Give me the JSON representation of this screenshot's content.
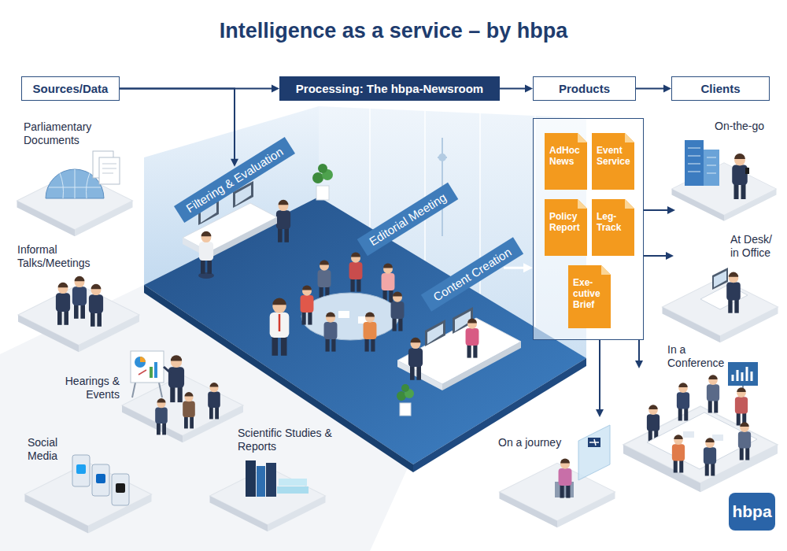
{
  "diagram": {
    "title": "Intelligence as a service – by hbpa",
    "nodes": [
      {
        "text": [
          "Sources/Data"
        ]
      },
      {
        "text": [
          "Processing: The hbpa-Newsroom"
        ]
      },
      {
        "text": [
          "Products"
        ]
      },
      {
        "text": [
          "Clients"
        ]
      },
      {
        "text": [
          "Parliamentary Documents"
        ]
      },
      {
        "text": [
          "Informal Talks/Meetings"
        ]
      },
      {
        "text": [
          "Hearings & Events"
        ]
      },
      {
        "text": [
          "Social Media"
        ]
      },
      {
        "text": [
          "Scientific Studies & Reports"
        ]
      },
      {
        "text": [
          "Filtering & Evaluation"
        ]
      },
      {
        "text": [
          "Editorial Meeting"
        ]
      },
      {
        "text": [
          "Content Creation"
        ]
      },
      {
        "text": []
      },
      {
        "text": [
          "AdHoc News"
        ],
        "in": 12
      },
      {
        "text": [
          "Event Service"
        ],
        "in": 12
      },
      {
        "text": [
          "Policy Report"
        ],
        "in": 12
      },
      {
        "text": [
          "Leg- Track"
        ],
        "in": 12
      },
      {
        "text": [
          "Exe- cutive Brief"
        ],
        "in": 12
      },
      {
        "text": [
          "On-the-go"
        ]
      },
      {
        "text": [
          "At Desk/ in Office"
        ]
      },
      {
        "text": [
          "In a Conference"
        ]
      },
      {
        "text": [
          "On a journey"
        ]
      },
      {
        "text": [
          "hbpa"
        ]
      }
    ],
    "edges": [
      {
        "from": 0,
        "to": 1,
        "arrow": "to"
      },
      {
        "from": 0,
        "to": 9,
        "arrow": "to"
      },
      {
        "from": 1,
        "to": 2,
        "arrow": "to"
      },
      {
        "from": 2,
        "to": 3,
        "arrow": "to"
      },
      {
        "from": 11,
        "to": 12,
        "arrow": "to"
      },
      {
        "from": 12,
        "to": 18,
        "arrow": "to"
      },
      {
        "from": 12,
        "to": 19,
        "arrow": "to"
      },
      {
        "from": 12,
        "to": 20,
        "arrow": "to"
      },
      {
        "from": 12,
        "to": 21,
        "arrow": "to"
      }
    ]
  }
}
